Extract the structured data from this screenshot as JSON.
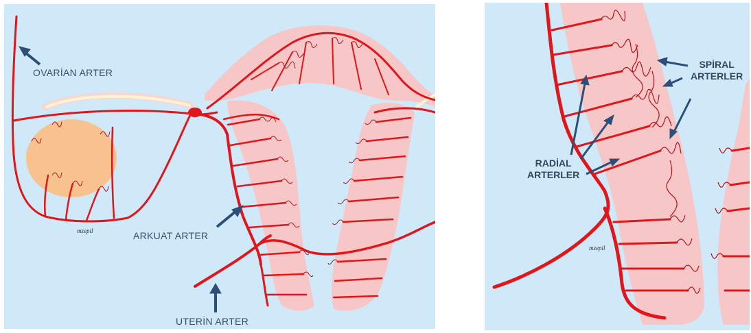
{
  "left_panel": {
    "labels": {
      "ovarian": "OVARİAN ARTER",
      "arcuate": "ARKUAT ARTER",
      "uterine": "UTERİN ARTER"
    },
    "signature": "mzepil"
  },
  "right_panel": {
    "labels": {
      "spiral_line1": "SPİRAL",
      "spiral_line2": "ARTERLER",
      "radial_line1": "RADİAL",
      "radial_line2": "ARTERLER"
    },
    "signature": "mzepil"
  },
  "colors": {
    "background": "#cfe9f8",
    "tissue": "#f7c6c6",
    "artery": "#e0161b",
    "ovary": "#f8c28f",
    "arrow": "#2d4e78",
    "tube": "#fdf3d0"
  }
}
